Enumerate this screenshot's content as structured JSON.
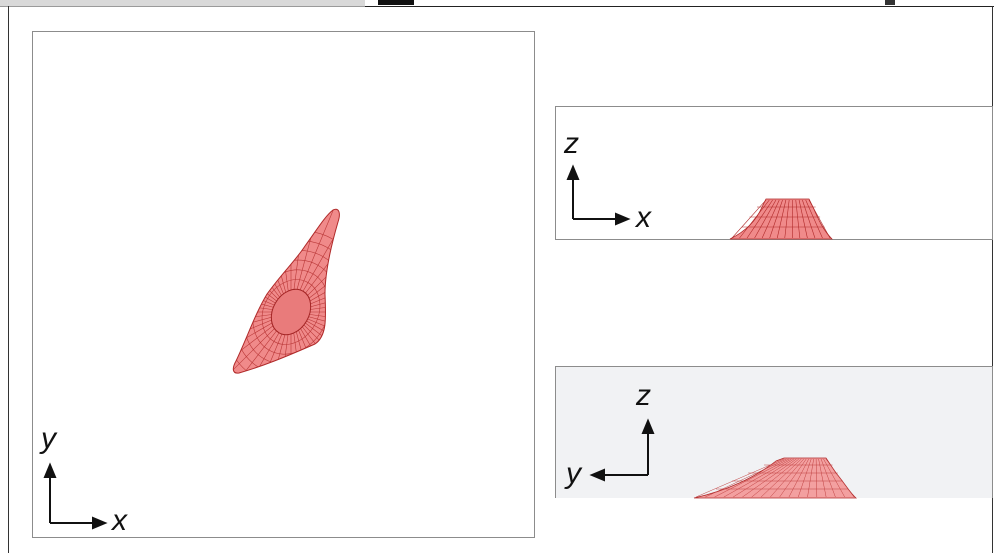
{
  "top_view": {
    "axis_x": "x",
    "axis_y": "y"
  },
  "side_view_xz": {
    "axis_x": "x",
    "axis_z": "z"
  },
  "side_view_yz": {
    "axis_y": "y",
    "axis_z": "z"
  },
  "colors": {
    "cell_fill": "#f08a8a",
    "cell_mesh": "#b02a2a",
    "nucleus_fill": "#e97b7b",
    "panel_border": "#8c8c8c",
    "yz_background": "#f1f2f4"
  }
}
